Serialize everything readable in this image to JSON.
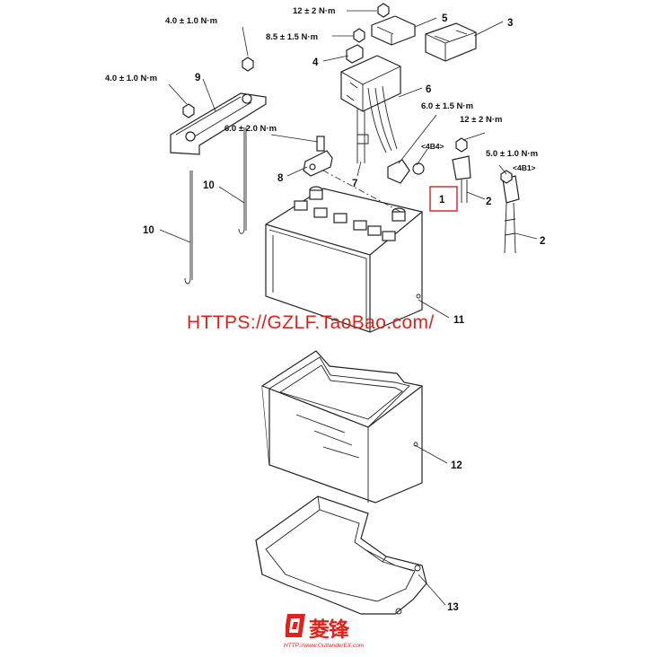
{
  "torque_specs": {
    "t_5": "12 ± 2 N·m",
    "t_4": "8.5 ± 1.5 N·m",
    "t_9_top": "4.0 ± 1.0 N·m",
    "t_9_left": "4.0 ± 1.0 N·m",
    "t_8": "6.0 ± 2.0 N·m",
    "t_6": "6.0 ± 1.5 N·m",
    "t_2_upper": "12 ± 2 N·m",
    "t_2_lower": "5.0 ± 1.0 N·m"
  },
  "callouts": {
    "c1": "1",
    "c2a": "2",
    "c2b": "2",
    "c3": "3",
    "c4": "4",
    "c5": "5",
    "c6": "6",
    "c7": "7",
    "c8": "8",
    "c9": "9",
    "c10a": "10",
    "c10b": "10",
    "c11": "11",
    "c12": "12",
    "c13": "13"
  },
  "connectors": {
    "conn_4b4": "<4B4>",
    "conn_4b1": "<4B1>"
  },
  "watermark": {
    "url": "HTTPS://GZLF.TaoBao.com/"
  },
  "badge": {
    "brand": "菱锋",
    "site": "HTTP://www.OutlanderEX.com"
  },
  "colors": {
    "watermark": "#e3211b",
    "line_art": "#222222",
    "highlight_box": "#d0202a"
  }
}
